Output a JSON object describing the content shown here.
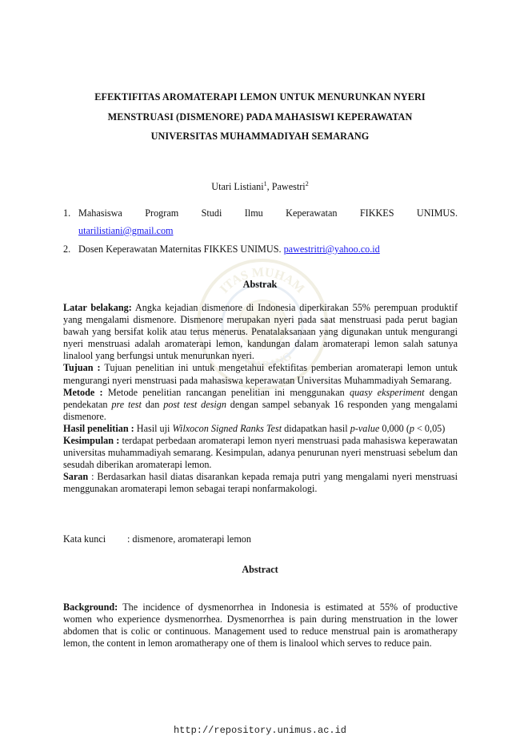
{
  "title": [
    "EFEKTIFITAS AROMATERAPI LEMON UNTUK MENURUNKAN NYERI",
    "MENSTRUASI (DISMENORE) PADA MAHASISWI KEPERAWATAN",
    "UNIVERSITAS MUHAMMADIYAH SEMARANG"
  ],
  "authors": {
    "a1": "Utari Listiani",
    "a1_sup": "1",
    "sep": ", ",
    "a2": "Pawestri",
    "a2_sup": "2"
  },
  "affiliations": [
    {
      "num": "1.",
      "words": [
        "Mahasiswa",
        "Program",
        "Studi",
        "Ilmu",
        "Keperawatan",
        "FIKKES",
        "UNIMUS."
      ],
      "email": "utarilistiani@gmail.com"
    },
    {
      "num": "2.",
      "text": "Dosen Keperawatan Maternitas FIKKES UNIMUS. ",
      "email": "pawestritri@yahoo.co.id"
    }
  ],
  "abstrak": {
    "heading": "Abstrak",
    "latar_label": "Latar belakang:",
    "latar_text": " Angka kejadian dismenore di Indonesia diperkirakan 55% perempuan produktif yang mengalami dismenore. Dismenore merupakan nyeri pada saat menstruasi pada perut bagian bawah yang bersifat kolik atau terus menerus. Penatalaksanaan yang digunakan untuk mengurangi nyeri menstruasi adalah aromaterapi lemon, kandungan dalam aromaterapi lemon salah satunya linalool yang berfungsi untuk menurunkan nyeri.",
    "tujuan_label": "Tujuan :",
    "tujuan_text": " Tujuan penelitian ini untuk mengetahui efektifitas pemberian aromaterapi lemon untuk mengurangi nyeri menstruasi pada mahasiswa keperawatan Universitas Muhammadiyah Semarang.",
    "metode_label": "Metode :",
    "metode_text1": " Metode penelitian rancangan penelitian ini menggunakan ",
    "metode_italic1": "quasy eksperiment",
    "metode_text2": " dengan pendekatan ",
    "metode_italic2": "pre test",
    "metode_text3": " dan ",
    "metode_italic3": "post test design",
    "metode_text4": " dengan sampel sebanyak 16 responden yang mengalami dismenore.",
    "hasil_label": "Hasil penelitian :",
    "hasil_text1": " Hasil uji ",
    "hasil_italic1": "Wilxocon Signed Ranks Test",
    "hasil_text2": " didapatkan hasil ",
    "hasil_italic2": "p-value",
    "hasil_text3": " 0,000 (",
    "hasil_italic3": "p",
    "hasil_text4": " < 0,05)",
    "kesimpulan_label": "Kesimpulan :",
    "kesimpulan_text": " terdapat perbedaan aromaterapi lemon nyeri menstruasi pada mahasiswa keperawatan universitas muhammadiyah semarang. Kesimpulan, adanya penurunan nyeri menstruasi sebelum dan sesudah diberikan aromaterapi lemon.",
    "saran_label": "Saran",
    "saran_text": " : Berdasarkan hasil diatas disarankan kepada remaja putri yang mengalami nyeri menstruasi menggunakan aromaterapi lemon sebagai terapi nonfarmakologi.",
    "kata_kunci_label": "Kata kunci",
    "kata_kunci_value": ": dismenore, aromaterapi lemon"
  },
  "abstract": {
    "heading": "Abstract",
    "background_label": "Background:",
    "background_text": " The incidence of dysmenorrhea in Indonesia is estimated at 55% of productive women who experience dysmenorrhea. Dysmenorrhea is pain during menstruation in the lower abdomen that is colic or continuous. Management used to reduce menstrual pain is aromatherapy lemon, the content in lemon aromatherapy one of them is linalool which serves to reduce pain."
  },
  "watermark": {
    "top_text": "ITAS MUHAM",
    "bottom_text": "SEMARANG",
    "color": "#b8a86a"
  },
  "footer": "http://repository.unimus.ac.id"
}
